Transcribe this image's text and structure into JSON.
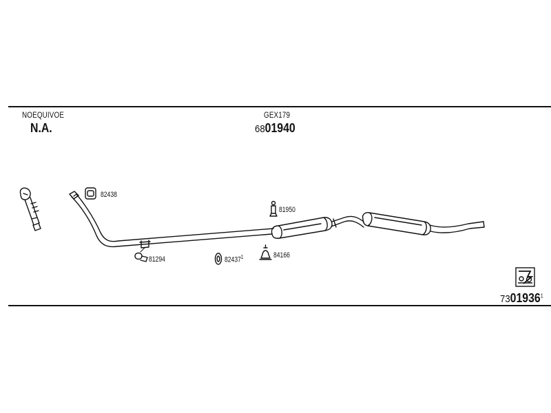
{
  "header": {
    "left_small": "NOEQUIVOE",
    "left_big": "N.A.",
    "center_small": "GEX179",
    "center_code_prefix": "68",
    "center_code_main": "01940"
  },
  "parts": {
    "p82438": "82438",
    "p81950": "81950",
    "p81294": "81294",
    "p82437": "82437",
    "p82437_sup": "1",
    "p84166": "84166"
  },
  "footer": {
    "code_prefix": "73",
    "code_main": "01936",
    "code_sup": "1"
  }
}
